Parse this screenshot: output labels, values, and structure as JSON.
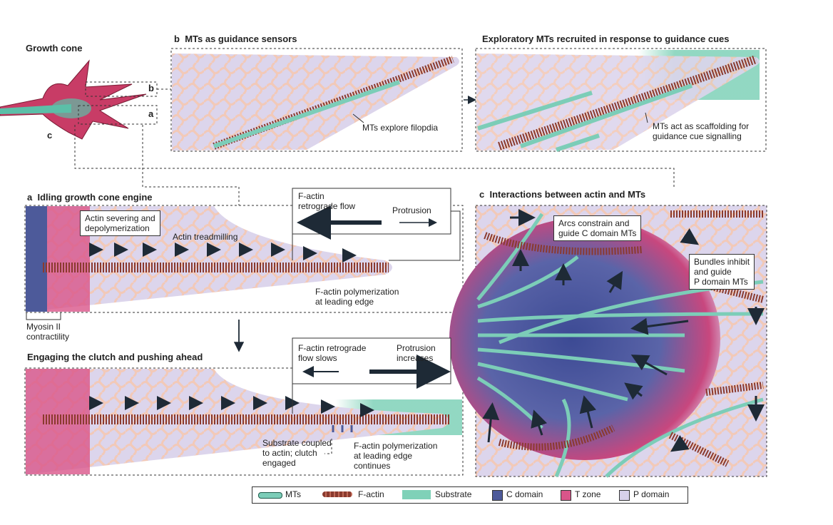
{
  "panel_labels": {
    "a": "a",
    "b": "b",
    "c": "c"
  },
  "titles": {
    "growth_cone": "Growth cone",
    "b": "MTs as guidance sensors",
    "b2": "Exploratory MTs recruited in response to guidance cues",
    "a": "Idling growth cone engine",
    "a2": "Engaging the clutch and pushing ahead",
    "c": "Interactions between actin and MTs"
  },
  "labels": {
    "mts_explore": "MTs explore filopdia",
    "mts_scaffold": "MTs act as scaffolding for\nguidance cue signalling",
    "actin_severing": "Actin severing and\ndepolymerization",
    "actin_treadmilling": "Actin treadmilling",
    "fa_polymerization": "F-actin polymerization\nat leading edge",
    "myosin": "Myosin II\ncontractility",
    "retro_flow": "F-actin\nretrograde flow",
    "protrusion": "Protrusion",
    "retro_slows": "F-actin retrograde\nflow slows",
    "protrusion_increases": "Protrusion\nincreases",
    "substrate_coupled": "Substrate coupled\nto actin; clutch\nengaged",
    "fa_polymerization_continues": "F-actin polymerization\nat leading edge\ncontinues",
    "arcs": "Arcs constrain and\nguide C domain MTs",
    "bundles": "Bundles inhibit\nand guide\nP domain MTs"
  },
  "legend": [
    {
      "label": "MTs",
      "color": "#7ccdb8"
    },
    {
      "label": "F-actin",
      "color": "#8a3a2e"
    },
    {
      "label": "Substrate",
      "color": "#7fd1b8"
    },
    {
      "label": "C domain",
      "color": "#4d5a9a"
    },
    {
      "label": "T zone",
      "color": "#d9558a"
    },
    {
      "label": "P domain",
      "color": "#d7d0ea"
    }
  ]
}
